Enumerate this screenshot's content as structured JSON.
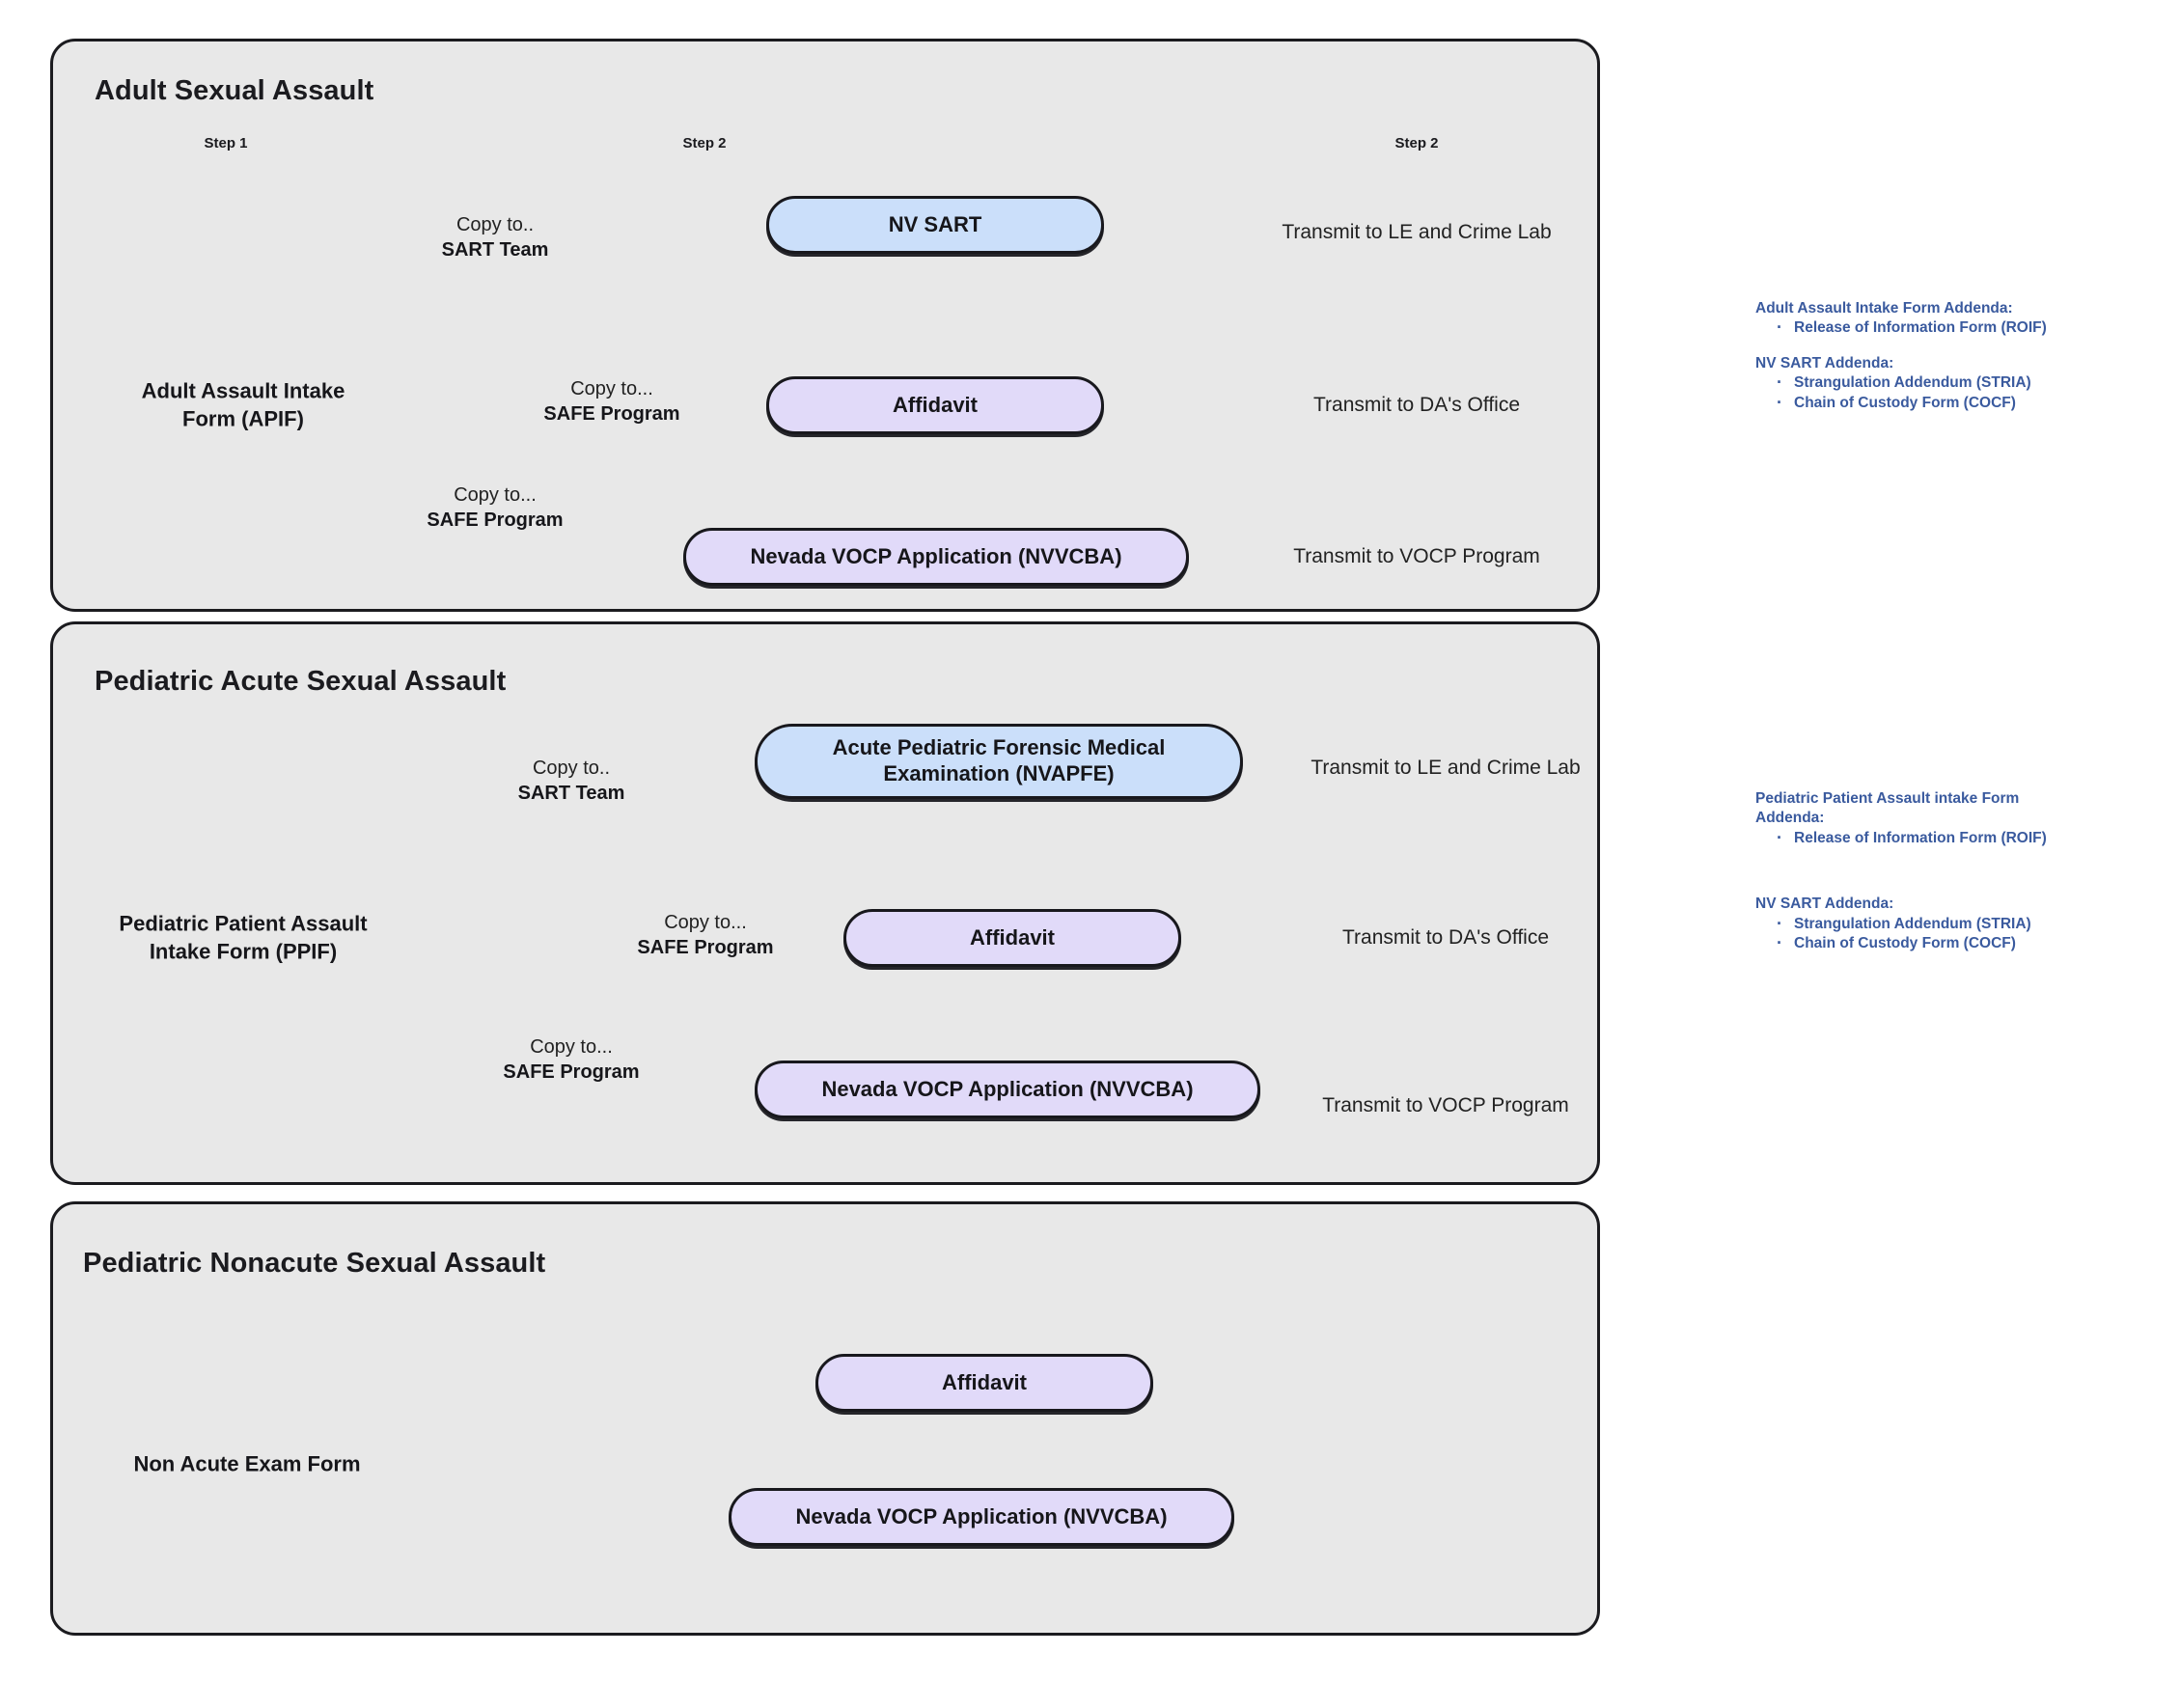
{
  "panels": [
    {
      "id": "adult-sexual-assault",
      "title": "Adult Sexual Assault",
      "steps": [
        {
          "label": "Step 1"
        },
        {
          "label": "Step 2"
        },
        {
          "label": "Step 2"
        }
      ],
      "source": "Adult Assault Intake\nForm (APIF)",
      "branches": [
        {
          "caption_line1": "Copy to..",
          "caption_line2": "SART Team",
          "node": "NV SART",
          "node_color": "blue",
          "transmit": "Transmit to LE and Crime Lab"
        },
        {
          "caption_line1": "Copy to...",
          "caption_line2": "SAFE Program",
          "node": "Affidavit",
          "node_color": "purple",
          "transmit": "Transmit to DA's Office"
        },
        {
          "caption_line1": "Copy to...",
          "caption_line2": "SAFE Program",
          "node": "Nevada VOCP Application (NVVCBA)",
          "node_color": "purple",
          "transmit": "Transmit to VOCP Program"
        }
      ]
    },
    {
      "id": "pediatric-acute-sexual-assault",
      "title": "Pediatric Acute Sexual Assault",
      "steps": [],
      "source": "Pediatric Patient Assault\nIntake Form (PPIF)",
      "branches": [
        {
          "caption_line1": "Copy to..",
          "caption_line2": "SART Team",
          "node": "Acute Pediatric Forensic Medical Examination (NVAPFE)",
          "node_color": "blue",
          "transmit": "Transmit to LE and Crime Lab"
        },
        {
          "caption_line1": "Copy to...",
          "caption_line2": "SAFE Program",
          "node": "Affidavit",
          "node_color": "purple",
          "transmit": "Transmit to DA's Office"
        },
        {
          "caption_line1": "Copy to...",
          "caption_line2": "SAFE Program",
          "node": "Nevada VOCP Application (NVVCBA)",
          "node_color": "purple",
          "transmit": "Transmit to VOCP Program"
        }
      ]
    },
    {
      "id": "pediatric-nonacute-sexual-assault",
      "title": "Pediatric Nonacute Sexual Assault",
      "steps": [],
      "source": "Non Acute Exam Form",
      "branches": [
        {
          "caption_line1": "",
          "caption_line2": "",
          "node": "Affidavit",
          "node_color": "purple",
          "transmit": ""
        },
        {
          "caption_line1": "",
          "caption_line2": "",
          "node": "Nevada VOCP Application (NVVCBA)",
          "node_color": "purple",
          "transmit": ""
        }
      ]
    }
  ],
  "annotations": [
    {
      "id": "adult-addenda",
      "group1_head": "Adult Assault Intake Form Addenda:",
      "group1_items": [
        "Release of Information Form (ROIF)"
      ],
      "group2_head": "NV SART Addenda:",
      "group2_items": [
        "Strangulation Addendum (STRIA)",
        "Chain of Custody Form (COCF)"
      ]
    },
    {
      "id": "pediatric-addenda",
      "group1_head": "Pediatric Patient Assault intake Form Addenda:",
      "group1_items": [
        "Release of Information Form (ROIF)"
      ],
      "group2_head": "NV SART Addenda:",
      "group2_items": [
        "Strangulation Addendum (STRIA)",
        "Chain of Custody Form (COCF)"
      ]
    }
  ],
  "colors": {
    "panel_bg": "#e8e8e8",
    "panel_border": "#1b1b1f",
    "node_blue": "#cbdffa",
    "node_purple": "#e1daf9",
    "node_border": "#18181d",
    "annotation_text": "#3a5a9e",
    "page_bg": "#ffffff"
  }
}
